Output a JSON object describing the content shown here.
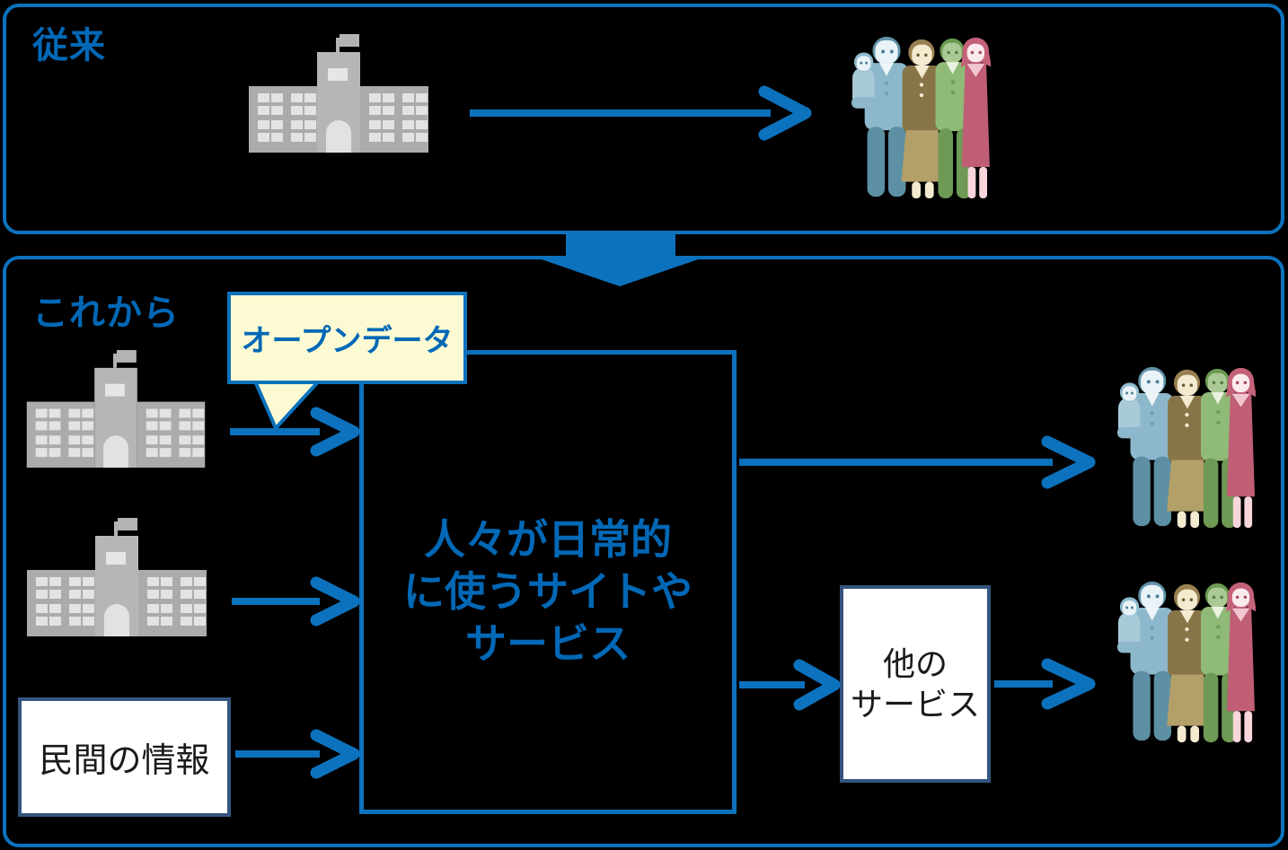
{
  "palette": {
    "background": "#000000",
    "flow_blue": "#0d72bd",
    "text_blue": "#0268b6",
    "callout_fill": "#fbfad3",
    "box_border_navy": "#35547e",
    "box_fill_white": "#ffffff",
    "building_gray": "#ababab",
    "body_text_black": "#1a1a1a"
  },
  "conventional_section": {
    "title": "従来"
  },
  "future_section": {
    "title": "これから"
  },
  "callout": {
    "label": "オープンデータ"
  },
  "central_box": {
    "line1": "人々が日常的",
    "line2": "に使うサイトや",
    "line3": "サービス"
  },
  "private_info_box": {
    "label": "民間の情報"
  },
  "other_services_box": {
    "line1": "他の",
    "line2": "サービス"
  },
  "icons": {
    "building": "government-building-icon",
    "citizens": "citizens-family-icon",
    "down_arrow": "flow-down-arrow",
    "right_arrow": "flow-right-arrow"
  }
}
